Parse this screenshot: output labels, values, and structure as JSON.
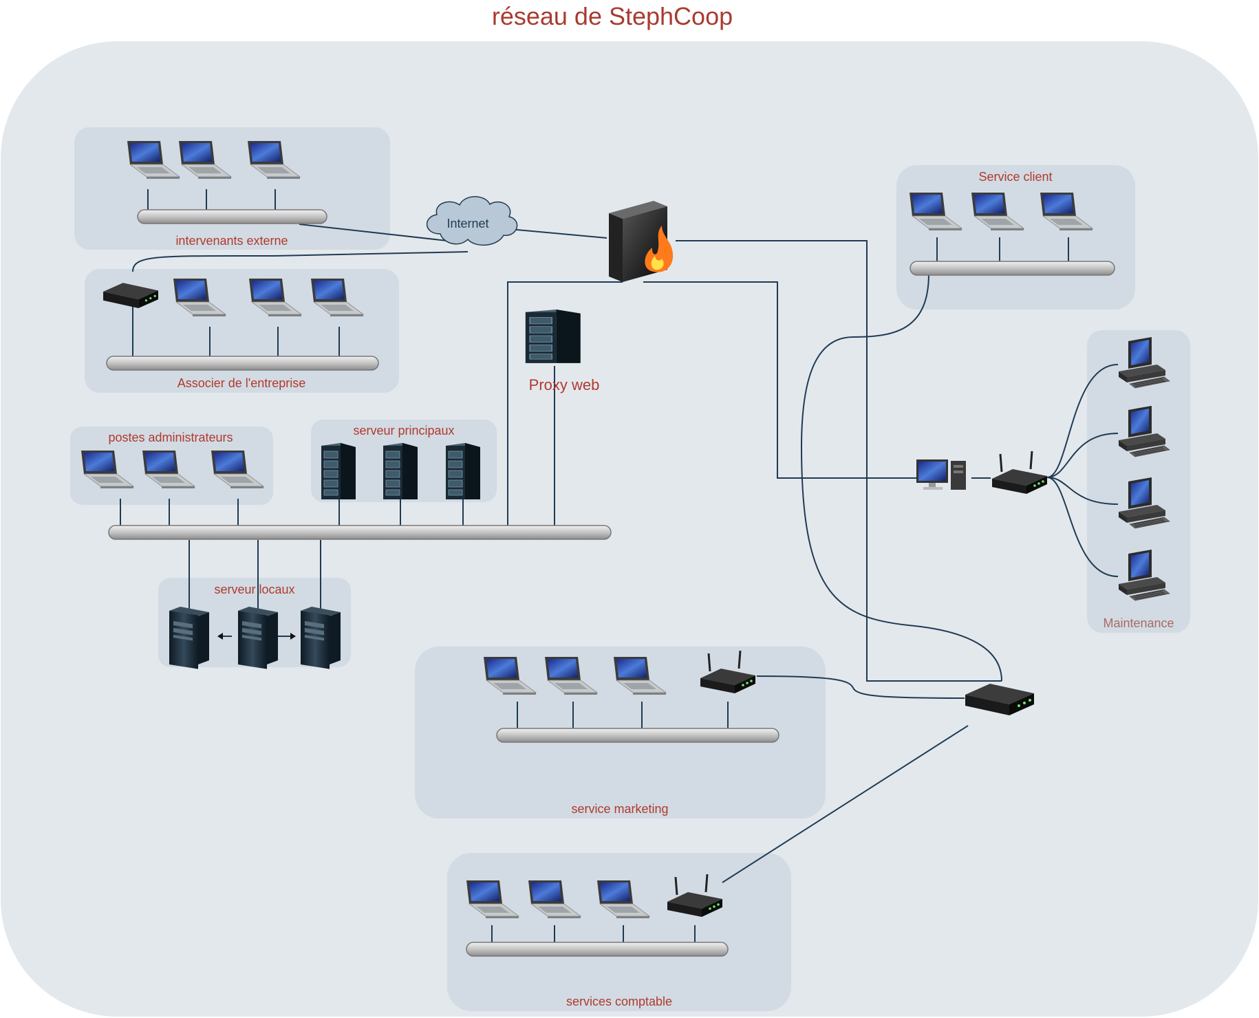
{
  "title": "réseau de StephCoop",
  "groups": {
    "external": "intervenants externe",
    "associates": "Associer de l'entreprise",
    "admins": "postes administrateurs",
    "main_servers": "serveur principaux",
    "local_servers": "serveur locaux",
    "customer_service": "Service client",
    "maintenance": "Maintenance",
    "marketing": "service marketing",
    "accounting": "services comptable"
  },
  "nodes": {
    "internet": "Internet",
    "proxy": "Proxy web"
  },
  "colors": {
    "background": "#e3e8ed",
    "group_fill": "#d2dbe3",
    "label_red": "#b03a2e",
    "wire": "#1f3a52"
  },
  "icons": {
    "laptop": "laptop-icon",
    "desktop": "desktop-icon",
    "server_tower": "server-tower-icon",
    "rack": "server-rack-icon",
    "router": "wireless-router-icon",
    "firewall": "firewall-icon",
    "cloud": "cloud-icon",
    "bus": "network-bus"
  }
}
